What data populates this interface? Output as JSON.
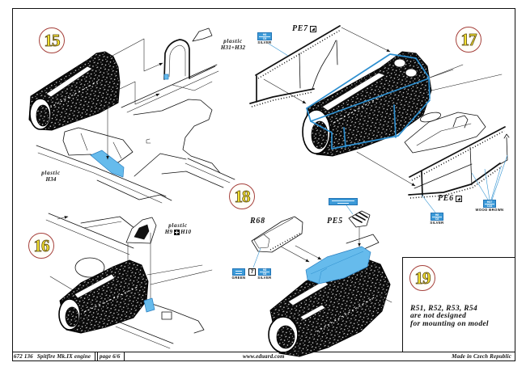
{
  "steps": {
    "step15": {
      "number": "15",
      "bulkhead_label": {
        "material": "plastic",
        "parts": "H31+H32"
      },
      "floor_label": {
        "material": "plastic",
        "parts": "H34"
      }
    },
    "step16": {
      "number": "16",
      "frame_label": {
        "material": "plastic",
        "part_a": "H9",
        "part_b": "H10",
        "joiner_icon": "assembly-symbol-icon"
      }
    },
    "step17": {
      "number": "17",
      "pe7": {
        "label": "PE7",
        "icon": "bend-icon"
      },
      "pe6": {
        "label": "PE6",
        "icon": "bend-icon"
      },
      "paint_pe7": {
        "gunze": "H8",
        "mr_color": "C8",
        "name": "SILVER"
      },
      "paint_pe6_left": {
        "gunze": "H8",
        "mr_color": "C8",
        "name": "SILVER"
      },
      "paint_pe6_right": {
        "gunze": "H37",
        "mr_color": "C43",
        "name": "WOOD BROWN"
      }
    },
    "step18": {
      "number": "18",
      "r68": {
        "label": "R68"
      },
      "pe5": {
        "label": "PE5"
      },
      "paint_r68_left": {
        "name": "GREEN"
      },
      "symbol_box": "7",
      "paint_r68_right": {
        "gunze": "H8",
        "mr_color": "C8",
        "name": "SILVER"
      }
    },
    "step19": {
      "number": "19",
      "note_lines": [
        "R51, R52, R53, R54",
        "are not designed",
        "for mounting on model"
      ]
    }
  },
  "footer": {
    "product_code": "672 136",
    "product_name": "Spitfire Mk.IX engine",
    "page": "page 6/6",
    "website": "www.eduard.com",
    "origin": "Made in Czech Republic"
  },
  "colors": {
    "highlight_blue": "#66bbec",
    "callout_blue": "#3c9ad8",
    "step_number_yellow": "#f3e130",
    "step_circle_red": "#a5403c",
    "ink": "#111111"
  }
}
